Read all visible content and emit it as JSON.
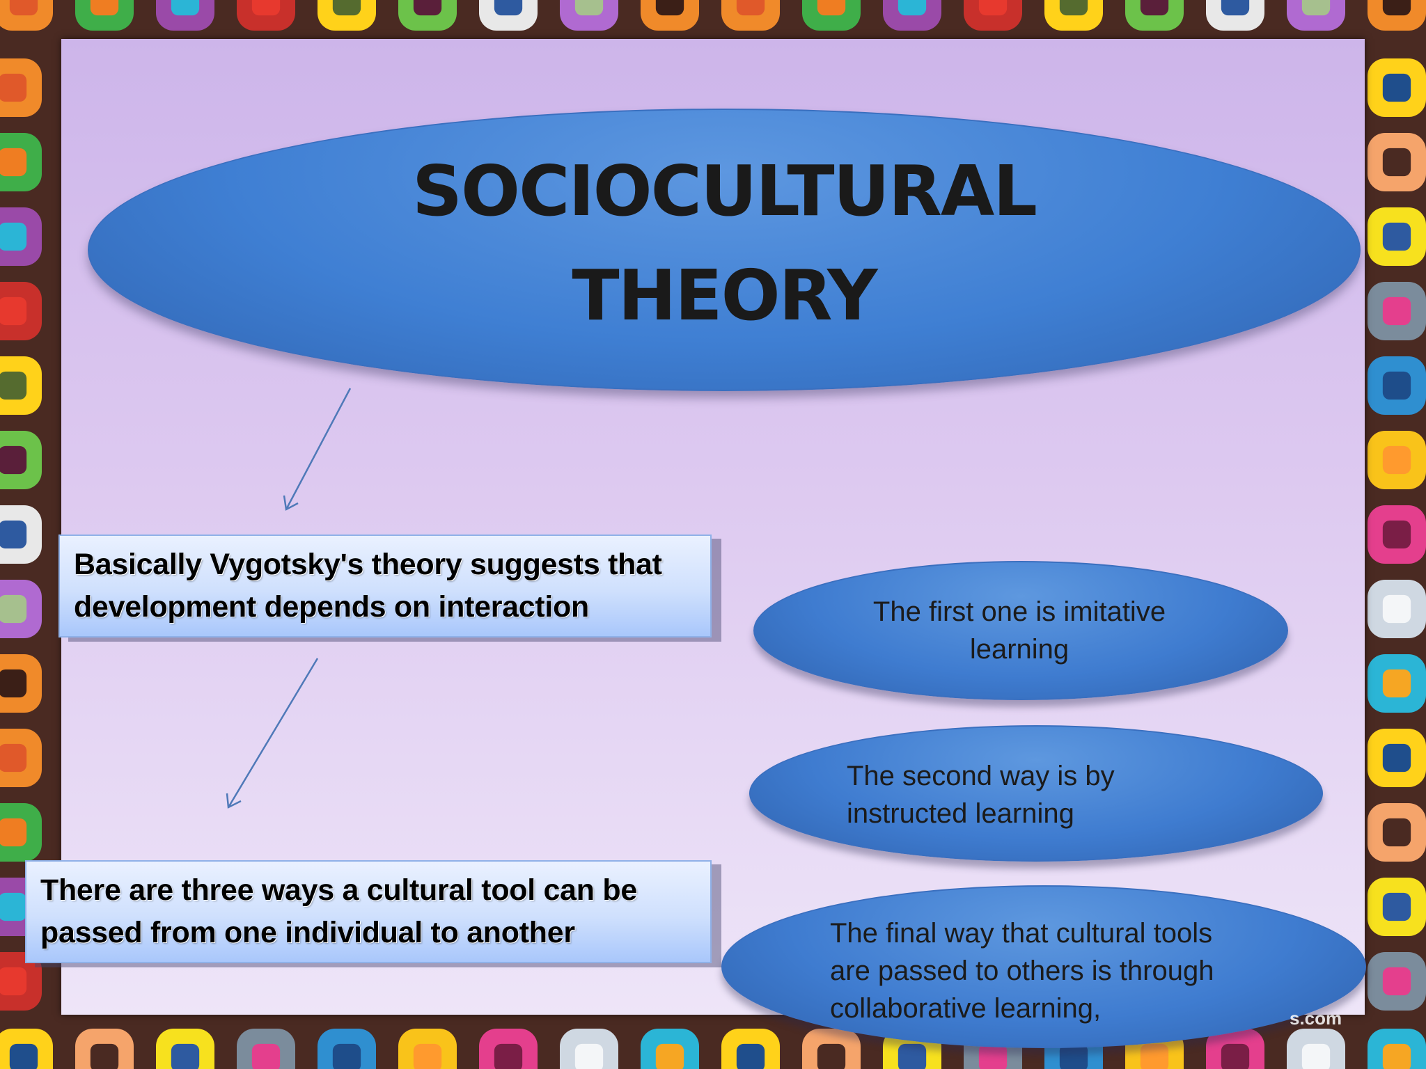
{
  "slide": {
    "title_line1": "SOCIOCULTURAL",
    "title_line2": "THEORY",
    "box1_line1": "Basically Vygotsky's theory suggests that",
    "box1_line2": "development depends on interaction",
    "box2_line1": "There are three ways a cultural tool can be",
    "box2_line2": "passed from one individual to another",
    "oval1_line1": "The first one is imitative",
    "oval1_line2": "learning",
    "oval2_line1": "The second way is by",
    "oval2_line2": "instructed learning",
    "oval3_line1": "The final way that cultural tools",
    "oval3_line2": "are passed to others is through",
    "oval3_line3": "collaborative learning,",
    "watermark": "s.com"
  },
  "colors": {
    "border_dark": "#4a2a22",
    "panel_top": "#cdb5ea",
    "panel_bottom": "#eee5f8",
    "ellipse_blue": "#3f7fd3",
    "arrow_blue": "#4f79b8"
  }
}
